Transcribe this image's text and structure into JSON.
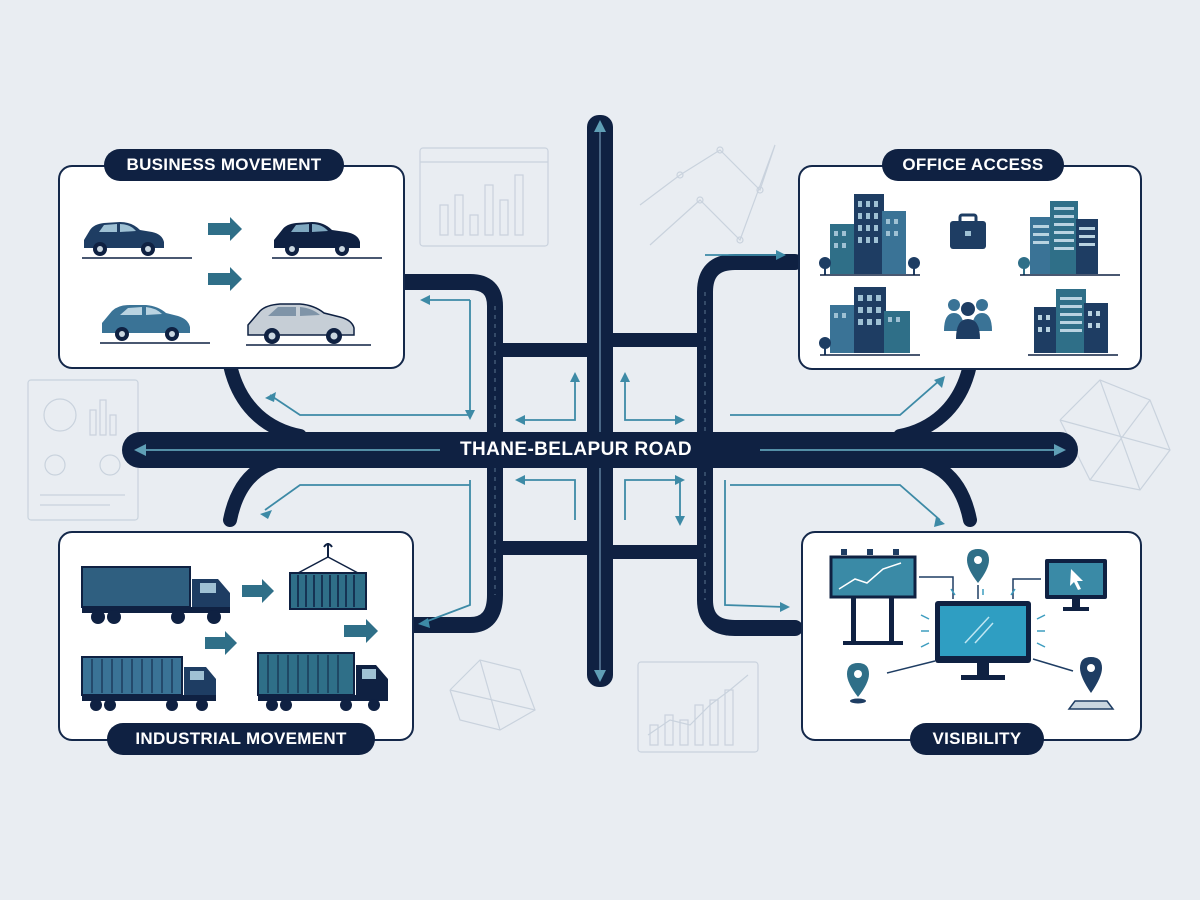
{
  "road": {
    "label": "THANE-BELAPUR ROAD"
  },
  "panels": {
    "business": {
      "label": "BUSINESS MOVEMENT"
    },
    "office": {
      "label": "OFFICE ACCESS"
    },
    "industrial": {
      "label": "INDUSTRIAL MOVEMENT"
    },
    "visibility": {
      "label": "VISIBILITY"
    }
  },
  "colors": {
    "navy": "#0f2142",
    "teal": "#2f7d97",
    "steel": "#3e6a85",
    "background": "#e9edf2",
    "panel_border": "#14284a"
  },
  "icons": {
    "business": [
      "car-icon",
      "arrow-right-icon",
      "car-icon",
      "arrow-right-icon",
      "car-icon",
      "car-icon"
    ],
    "office": [
      "office-building-icon",
      "briefcase-icon",
      "office-building-icon",
      "office-building-icon",
      "people-icon",
      "office-building-icon"
    ],
    "industrial": [
      "truck-icon",
      "arrow-right-icon",
      "shipping-container-icon",
      "arrow-right-icon",
      "arrow-right-icon",
      "truck-icon",
      "truck-icon"
    ],
    "visibility": [
      "billboard-icon",
      "location-pin-icon",
      "monitor-icon",
      "monitor-icon",
      "location-pin-icon",
      "location-pin-icon"
    ]
  }
}
